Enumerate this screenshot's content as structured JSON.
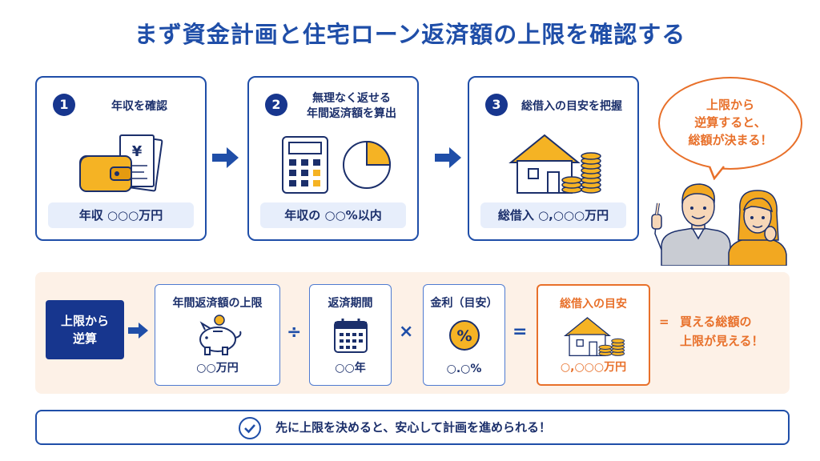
{
  "title": "まず資金計画と住宅ローン返済額の上限を確認する",
  "steps": [
    {
      "num": "1",
      "title": "年収を確認",
      "value": "年収 ○○○万円"
    },
    {
      "num": "2",
      "title_line1": "無理なく返せる",
      "title_line2": "年間返済額を算出",
      "value": "年収の ○○%以内"
    },
    {
      "num": "3",
      "title": "総借入の目安を把握",
      "value": "総借入 ○,○○○万円"
    }
  ],
  "receipt_symbol": "¥",
  "bubble": {
    "line1": "上限から",
    "line2": "逆算すると、",
    "line3": "総額が決まる！"
  },
  "reverse_label": {
    "line1": "上限から",
    "line2": "逆算"
  },
  "formula": [
    {
      "label": "年間返済額の上限",
      "value": "○○万円",
      "icon": "piggy-bank-icon"
    },
    {
      "label": "返済期間",
      "value": "○○年",
      "icon": "calendar-icon"
    },
    {
      "label": "金利（目安）",
      "value": "○.○%",
      "icon": "percent-icon"
    },
    {
      "label": "総借入の目安",
      "value": "○,○○○万円",
      "icon": "house-coins-icon"
    }
  ],
  "operators": {
    "divide": "÷",
    "multiply": "×",
    "equals": "="
  },
  "percent_symbol": "%",
  "result": {
    "eq": "=",
    "line1": "買える総額の",
    "line2": "上限が見える！"
  },
  "footer": "先に上限を決めると、安心して計画を進められる！",
  "colors": {
    "navy": "#17368e",
    "blue": "#1f4ea8",
    "orange": "#e8702a",
    "yellow": "#f5b324",
    "band": "#fdf1e7",
    "pill": "#e7eefb"
  }
}
